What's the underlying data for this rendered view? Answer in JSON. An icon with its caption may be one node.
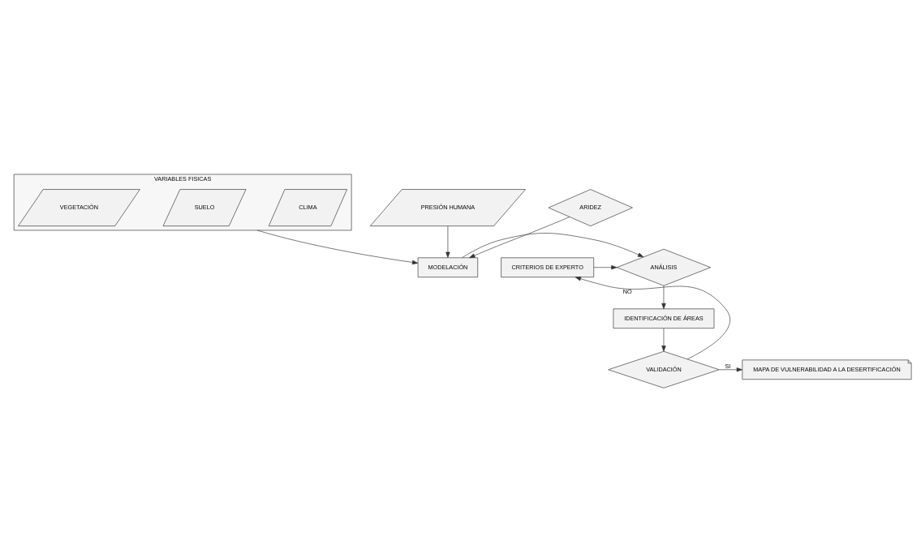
{
  "diagram": {
    "nodes": [
      {
        "text": [
          "VARIABLES FISICAS"
        ]
      },
      {
        "text": [
          "CLIMA"
        ],
        "in": 0
      },
      {
        "text": [
          "SUELO"
        ],
        "in": 0
      },
      {
        "text": [
          "VEGETACIÓN"
        ],
        "in": 0
      },
      {
        "text": [
          "PRESIÓN HUMANA"
        ]
      },
      {
        "text": [
          "MODELACIÓN"
        ]
      },
      {
        "text": [
          "ARIDEZ"
        ]
      },
      {
        "text": [
          "CRITERIOS DE EXPERTO"
        ]
      },
      {
        "text": [
          "ANÁLISIS"
        ]
      },
      {
        "text": [
          "IDENTIFICACIÓN DE ÁREAS"
        ]
      },
      {
        "text": [
          "VALIDACIÓN"
        ]
      },
      {
        "text": [
          "MAPA DE VULNERABILIDAD A LA DESERTIFICACIÓN"
        ]
      }
    ],
    "edges": [
      {
        "from": 0,
        "to": 5,
        "arrow": "to"
      },
      {
        "from": 4,
        "to": 5,
        "arrow": "to"
      },
      {
        "from": 6,
        "to": 5,
        "arrow": "to"
      },
      {
        "from": 5,
        "to": 8,
        "arrow": "to"
      },
      {
        "from": 7,
        "to": 8,
        "arrow": "to"
      },
      {
        "from": 8,
        "to": 9,
        "arrow": "to"
      },
      {
        "from": 9,
        "to": 10,
        "arrow": "to"
      },
      {
        "from": 10,
        "to": 7,
        "arrow": "to",
        "label": "NO"
      },
      {
        "from": 10,
        "to": 11,
        "arrow": "to",
        "label": "SI"
      }
    ]
  }
}
